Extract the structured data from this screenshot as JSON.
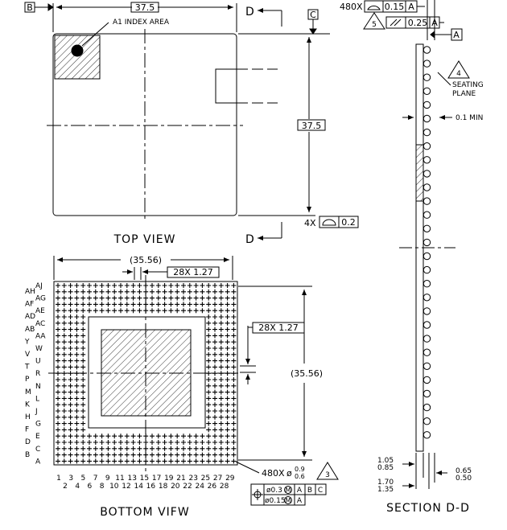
{
  "datums": {
    "a": "A",
    "b": "B",
    "c": "C"
  },
  "top_view": {
    "title": "TOP VIEW",
    "width_dim": "37.5",
    "height_dim": "37.5",
    "index_label": "A1 INDEX AREA",
    "section_mark": "D",
    "flatness_count": "4X",
    "flatness_value": "0.2"
  },
  "header_tol": {
    "count": "480X",
    "profile_value": "0.15",
    "profile_ref": "A",
    "note": "5",
    "parallel_value": "0.25",
    "parallel_ref": "A"
  },
  "section": {
    "title": "SECTION D-D",
    "seating_note": "4",
    "seating_line1": "SEATING",
    "seating_line2": "PLANE",
    "standoff": "0.1 MIN",
    "dim1_max": "1.05",
    "dim1_min": "0.85",
    "dim2_max": "1.70",
    "dim2_min": "1.35",
    "dim3_max": "0.65",
    "dim3_min": "0.50"
  },
  "bottom_view": {
    "title": "BOTTOM VIFW",
    "width_dim": "(35.56)",
    "height_dim": "(35.56)",
    "pitch_h": "28X 1.27",
    "pitch_v": "28X 1.27",
    "ball_count": "480X",
    "ball_max": "0.9",
    "ball_min": "0.6",
    "ball_note": "3",
    "pos_tol1": "ø0.3",
    "pos_tol1_refs": [
      "A",
      "B",
      "C"
    ],
    "pos_tol2": "ø0.15",
    "pos_tol2_ref": "A",
    "rows_left": [
      "AH",
      "AF",
      "AD",
      "AB",
      "Y",
      "V",
      "T",
      "P",
      "M",
      "K",
      "H",
      "F",
      "D",
      "B"
    ],
    "rows_right": [
      "AJ",
      "AG",
      "AE",
      "AC",
      "AA",
      "W",
      "U",
      "R",
      "N",
      "L",
      "J",
      "G",
      "E",
      "C",
      "A"
    ],
    "cols_odd": [
      "1",
      "3",
      "5",
      "7",
      "9",
      "11",
      "13",
      "15",
      "17",
      "19",
      "21",
      "23",
      "25",
      "27",
      "29"
    ],
    "cols_even": [
      "2",
      "4",
      "6",
      "8",
      "10",
      "12",
      "14",
      "16",
      "18",
      "20",
      "22",
      "24",
      "26",
      "28"
    ]
  }
}
